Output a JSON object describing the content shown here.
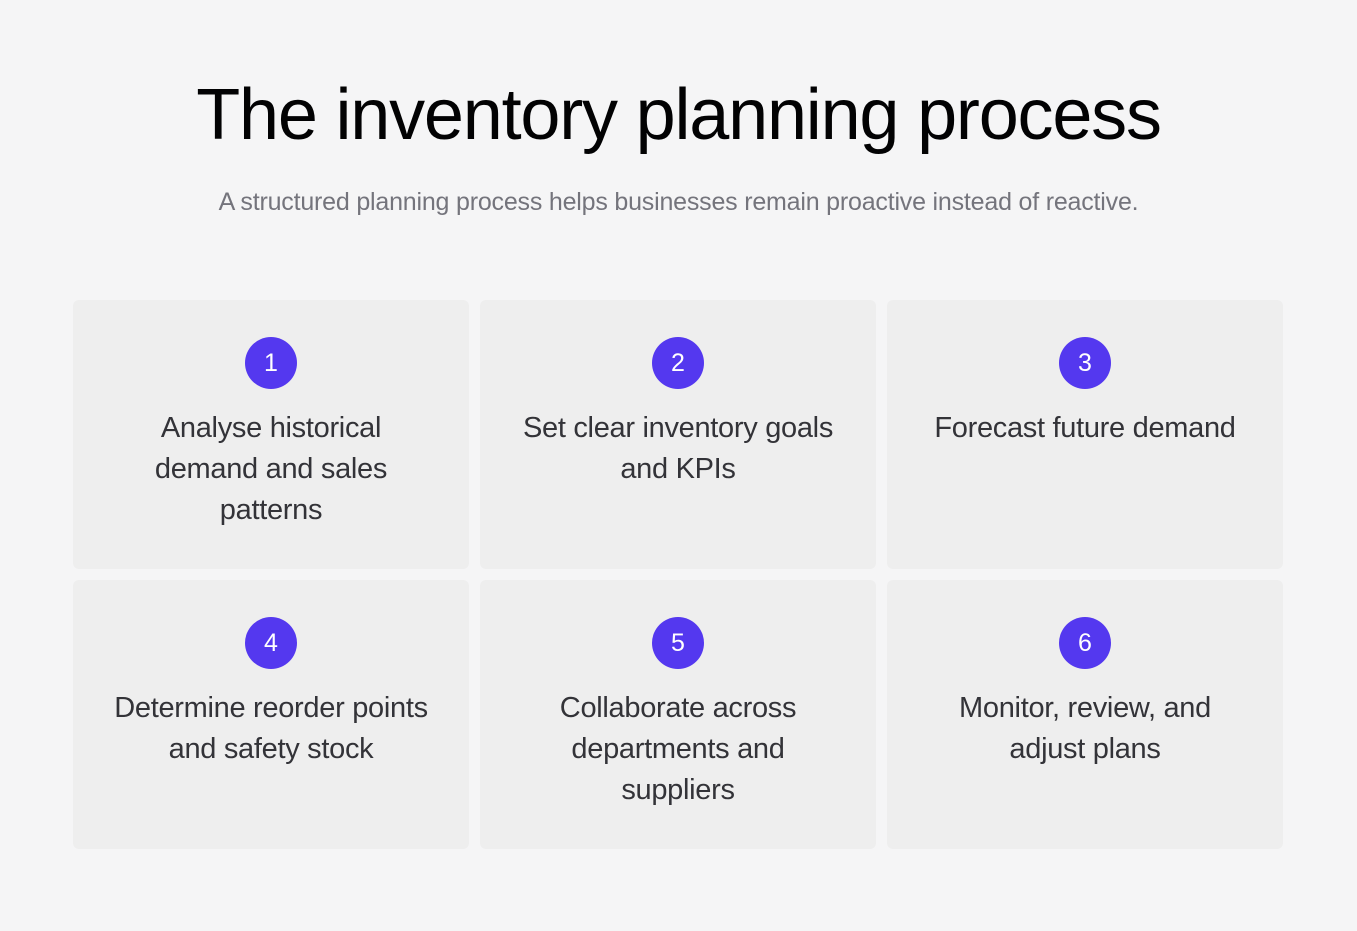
{
  "header": {
    "title": "The inventory planning process",
    "subtitle": "A structured planning process helps businesses remain proactive instead of reactive."
  },
  "colors": {
    "page_background": "#f5f5f6",
    "card_background": "#eeeeee",
    "badge_background": "#5438ef",
    "badge_text": "#ffffff",
    "title_text": "#020203",
    "subtitle_text": "#74747c",
    "card_text": "#333338"
  },
  "steps": [
    {
      "number": "1",
      "label": "Analyse historical demand and sales patterns"
    },
    {
      "number": "2",
      "label": "Set clear inventory goals and KPIs"
    },
    {
      "number": "3",
      "label": "Forecast future demand"
    },
    {
      "number": "4",
      "label": "Determine reorder points and safety stock"
    },
    {
      "number": "5",
      "label": "Collaborate across departments and suppliers"
    },
    {
      "number": "6",
      "label": "Monitor, review, and adjust plans"
    }
  ]
}
